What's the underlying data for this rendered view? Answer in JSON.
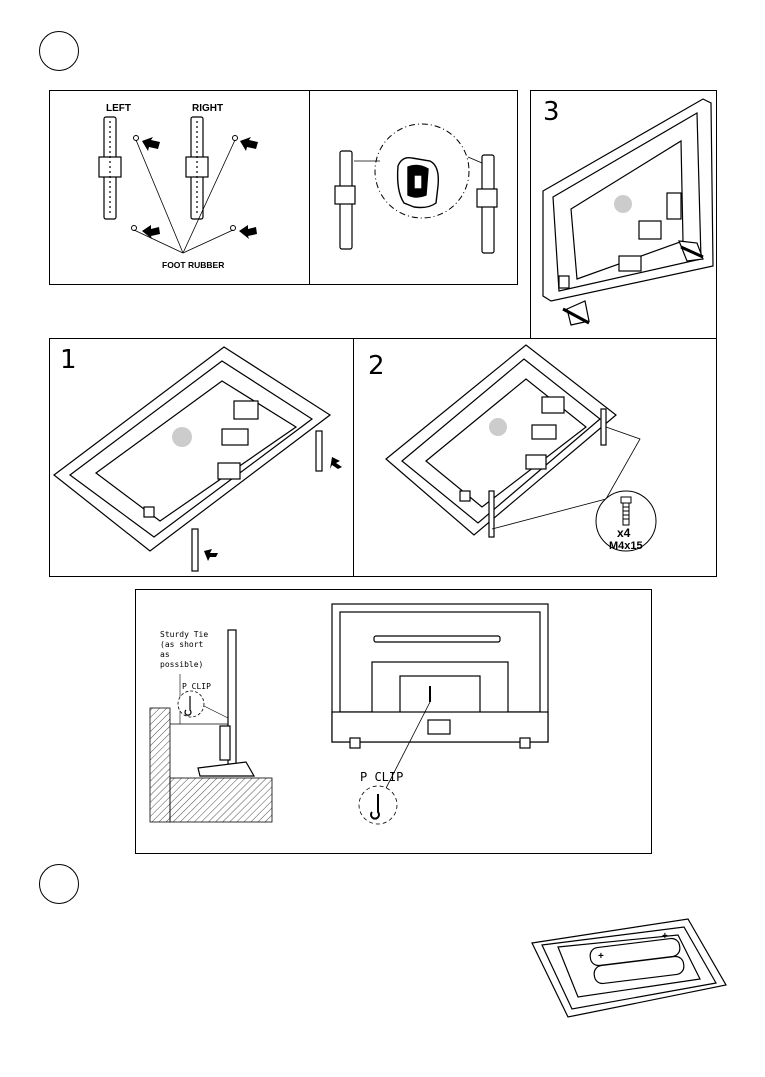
{
  "panel_a": {
    "left_label": "LEFT",
    "right_label": "RIGHT",
    "foot_rubber_label": "FOOT RUBBER"
  },
  "steps": {
    "step1": "1",
    "step2": "2",
    "step3": "3"
  },
  "screw": {
    "count": "x4",
    "size": "M4x15"
  },
  "wall_panel": {
    "tie_line1": "Sturdy Tie",
    "tie_line2": "(as short",
    "tie_line3": "as",
    "tie_line4": "possible)",
    "pclip_small": "P CLIP",
    "pclip_large": "P CLIP"
  },
  "remote": {
    "plus1": "+",
    "plus2": "+"
  }
}
